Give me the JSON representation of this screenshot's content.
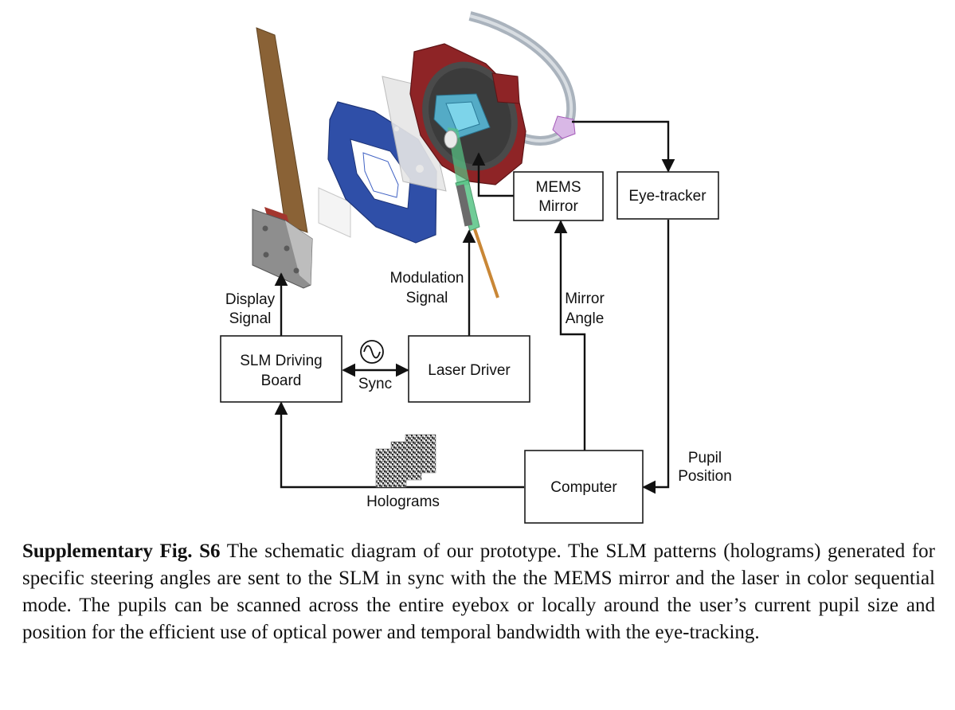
{
  "figure": {
    "blocks": {
      "slm_board": [
        "SLM Driving",
        "Board"
      ],
      "laser_driver": "Laser Driver",
      "mems": [
        "MEMS",
        "Mirror"
      ],
      "eye_tracker": "Eye-tracker",
      "computer": "Computer"
    },
    "signals": {
      "display": [
        "Display",
        "Signal"
      ],
      "modulation": [
        "Modulation",
        "Signal"
      ],
      "mirror_angle": [
        "Mirror",
        "Angle"
      ],
      "sync": "Sync",
      "pupil": [
        "Pupil",
        "Position"
      ],
      "holograms": "Holograms"
    },
    "colors": {
      "blue_frame": "#2f4fa8",
      "red_frame": "#8e2426",
      "flex_cable": "#8a6236",
      "green_beam": "#58c486",
      "laser_fiber": "#c98736",
      "eyeglass_frame": "#aab3bd"
    }
  },
  "caption": {
    "label": "Supplementary Fig. S6",
    "text": "The schematic diagram of our prototype.  The SLM patterns (holograms) generated for specific steering angles are sent to the SLM in sync with the the MEMS mirror and the laser in color sequential mode. The pupils can be scanned across the entire eyebox or locally around the user’s current pupil size and position for the efficient use of optical power and temporal bandwidth with the eye-tracking."
  }
}
